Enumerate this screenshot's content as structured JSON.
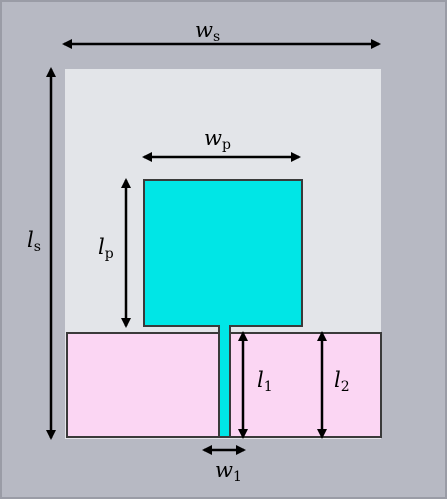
{
  "labels": {
    "ws": {
      "base": "w",
      "sub": "s"
    },
    "ls": {
      "base": "l",
      "sub": "s"
    },
    "wp": {
      "base": "w",
      "sub": "p"
    },
    "lp": {
      "base": "l",
      "sub": "p"
    },
    "l1": {
      "base": "l",
      "sub": "1"
    },
    "l2": {
      "base": "l",
      "sub": "2"
    },
    "w1": {
      "base": "w",
      "sub": "1"
    }
  },
  "colors": {
    "frame_bg": "#b7b9c3",
    "substrate": "#e3e5e9",
    "patch": "#00e6e6",
    "ground": "#fbd6f3",
    "outline": "#3a3a3a",
    "arrow": "#000000"
  }
}
